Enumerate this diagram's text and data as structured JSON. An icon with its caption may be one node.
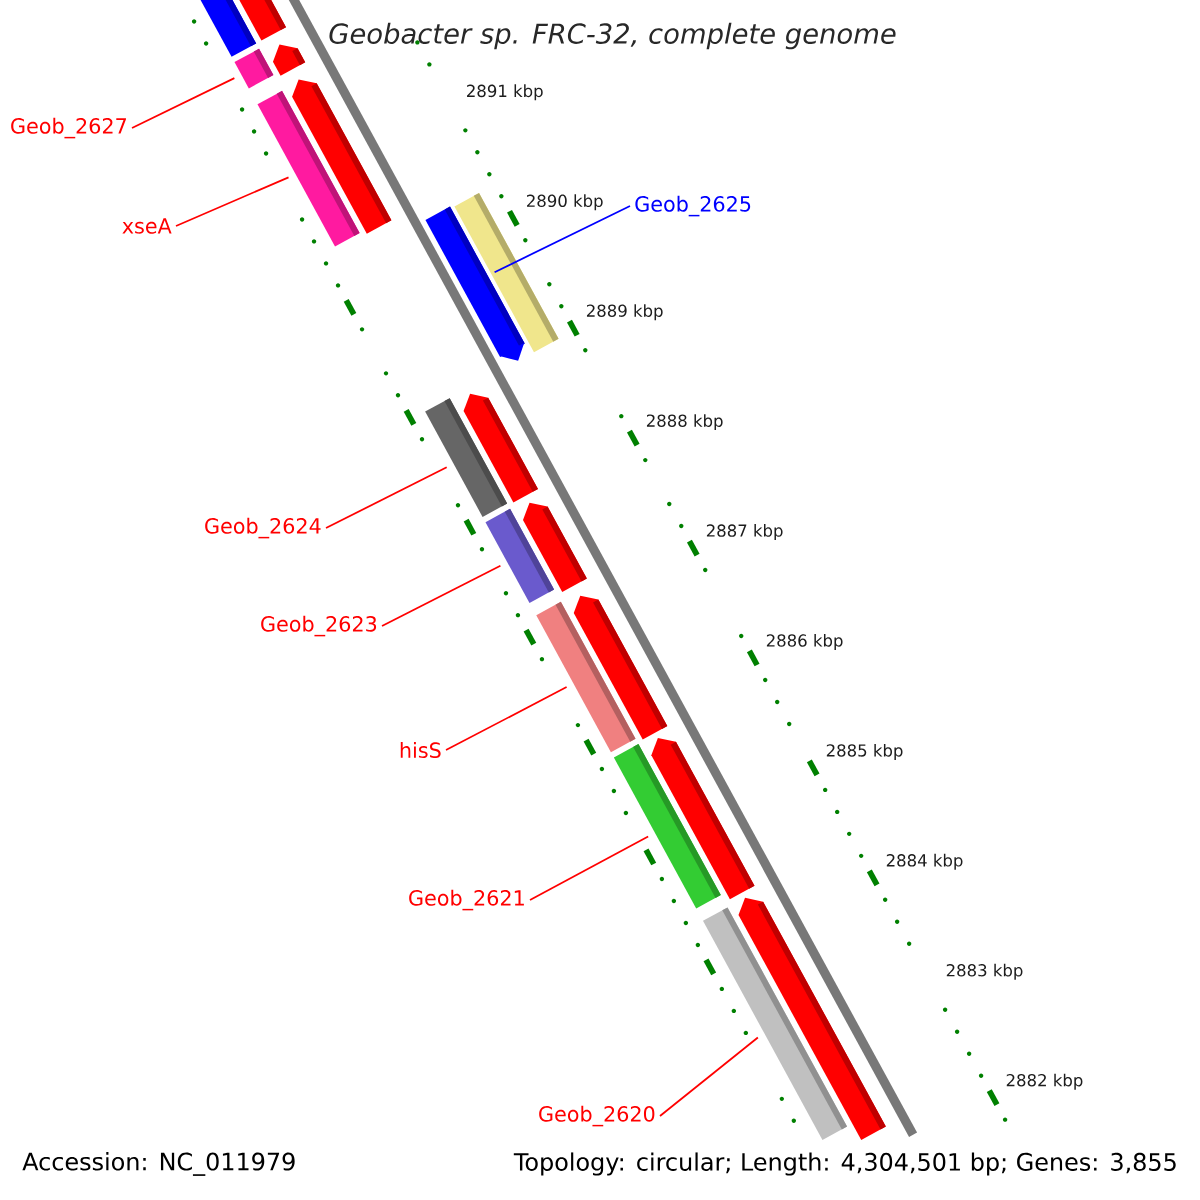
{
  "diagram": {
    "title": "Geobacter sp. FRC-32, complete genome",
    "nodes": [
      {
        "text": [
          "Geob_2627"
        ]
      },
      {
        "text": [
          "xseA"
        ]
      },
      {
        "text": [
          "Geob_2625"
        ]
      },
      {
        "text": [
          "Geob_2624"
        ]
      },
      {
        "text": [
          "Geob_2623"
        ]
      },
      {
        "text": [
          "hisS"
        ]
      },
      {
        "text": [
          "Geob_2621"
        ]
      },
      {
        "text": [
          "Geob_2620"
        ]
      },
      {
        "text": [],
        "shape": "bar"
      },
      {
        "text": [],
        "shape": "bar"
      },
      {
        "text": [],
        "shape": "arrow"
      },
      {
        "text": [],
        "shape": "bar"
      },
      {
        "text": [],
        "shape": "bar"
      },
      {
        "text": [],
        "shape": "bar"
      },
      {
        "text": [],
        "shape": "bar"
      },
      {
        "text": [],
        "shape": "bar"
      }
    ],
    "edges": [
      {
        "from": 0,
        "to": 8,
        "arrow": "none"
      },
      {
        "from": 1,
        "to": 9,
        "arrow": "none"
      },
      {
        "from": 2,
        "to": 10,
        "arrow": "none",
        "color": "#0000ff"
      },
      {
        "from": 3,
        "to": 11,
        "arrow": "none"
      },
      {
        "from": 4,
        "to": 12,
        "arrow": "none"
      },
      {
        "from": 5,
        "to": 13,
        "arrow": "none"
      },
      {
        "from": 6,
        "to": 14,
        "arrow": "none"
      },
      {
        "from": 7,
        "to": 15,
        "arrow": "none"
      }
    ],
    "labels": [
      "2891 kbp",
      "2890 kbp",
      "2889 kbp",
      "2888 kbp",
      "2887 kbp",
      "2886 kbp",
      "2885 kbp",
      "2884 kbp",
      "2883 kbp",
      "2882 kbp",
      "Accession: NC_011979",
      "Topology: circular; Length: 4,304,501 bp; Genes: 3,855"
    ]
  }
}
